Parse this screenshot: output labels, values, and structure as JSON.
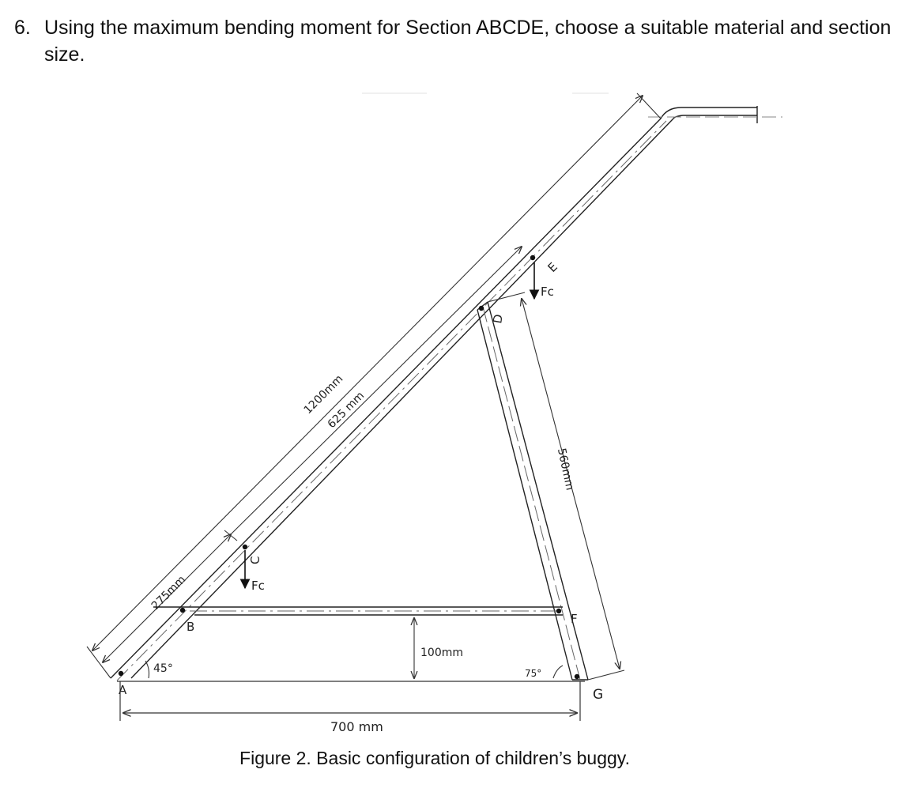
{
  "question": {
    "number": "6.",
    "text_line1": "Using the maximum bending moment for Section ABCDE, choose a suitable material and section",
    "text_line2": "size."
  },
  "labels": {
    "point_a": "A",
    "point_b": "B",
    "point_c": "C",
    "point_d": "D",
    "point_e": "E",
    "point_f": "F",
    "point_g": "G",
    "force_c": "Fc",
    "force_e": "Fc"
  },
  "dimensions": {
    "beam_length": "1200mm",
    "segment_625": "625 mm",
    "segment_275": "275mm",
    "leg_length": "560mm",
    "base_length": "700 mm",
    "crossbar_offset": "100mm",
    "angle_a": "45°",
    "angle_g": "75°"
  },
  "caption": "Figure 2. Basic configuration of children’s buggy."
}
